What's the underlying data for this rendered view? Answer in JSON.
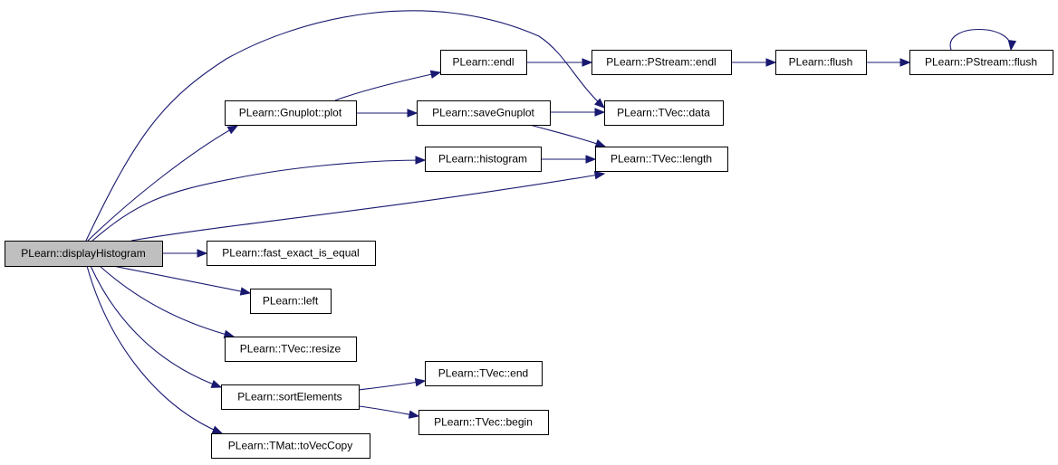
{
  "colors": {
    "edge": "#191970",
    "node_fill": "#ffffff",
    "root_fill": "#bfbfbf",
    "node_border": "#000000"
  },
  "nodes": [
    {
      "id": "displayHistogram",
      "label": "PLearn::displayHistogram",
      "root": true
    },
    {
      "id": "gnuplot_plot",
      "label": "PLearn::Gnuplot::plot"
    },
    {
      "id": "endl",
      "label": "PLearn::endl"
    },
    {
      "id": "saveGnuplot",
      "label": "PLearn::saveGnuplot"
    },
    {
      "id": "pstream_endl",
      "label": "PLearn::PStream::endl"
    },
    {
      "id": "flush",
      "label": "PLearn::flush"
    },
    {
      "id": "pstream_flush",
      "label": "PLearn::PStream::flush"
    },
    {
      "id": "tvec_data",
      "label": "PLearn::TVec::data"
    },
    {
      "id": "histogram",
      "label": "PLearn::histogram"
    },
    {
      "id": "tvec_length",
      "label": "PLearn::TVec::length"
    },
    {
      "id": "fast_exact_is_equal",
      "label": "PLearn::fast_exact_is_equal"
    },
    {
      "id": "left",
      "label": "PLearn::left"
    },
    {
      "id": "tvec_resize",
      "label": "PLearn::TVec::resize"
    },
    {
      "id": "sortElements",
      "label": "PLearn::sortElements"
    },
    {
      "id": "tvec_end",
      "label": "PLearn::TVec::end"
    },
    {
      "id": "tvec_begin",
      "label": "PLearn::TVec::begin"
    },
    {
      "id": "tmat_toVecCopy",
      "label": "PLearn::TMat::toVecCopy"
    }
  ],
  "edges": [
    {
      "from": "displayHistogram",
      "to": "gnuplot_plot"
    },
    {
      "from": "displayHistogram",
      "to": "tvec_data"
    },
    {
      "from": "displayHistogram",
      "to": "histogram"
    },
    {
      "from": "displayHistogram",
      "to": "tvec_length"
    },
    {
      "from": "displayHistogram",
      "to": "fast_exact_is_equal"
    },
    {
      "from": "displayHistogram",
      "to": "left"
    },
    {
      "from": "displayHistogram",
      "to": "tvec_resize"
    },
    {
      "from": "displayHistogram",
      "to": "sortElements"
    },
    {
      "from": "displayHistogram",
      "to": "tmat_toVecCopy"
    },
    {
      "from": "gnuplot_plot",
      "to": "endl"
    },
    {
      "from": "gnuplot_plot",
      "to": "saveGnuplot"
    },
    {
      "from": "endl",
      "to": "pstream_endl"
    },
    {
      "from": "pstream_endl",
      "to": "flush"
    },
    {
      "from": "flush",
      "to": "pstream_flush"
    },
    {
      "from": "pstream_flush",
      "to": "pstream_flush"
    },
    {
      "from": "saveGnuplot",
      "to": "tvec_data"
    },
    {
      "from": "saveGnuplot",
      "to": "tvec_length"
    },
    {
      "from": "histogram",
      "to": "tvec_length"
    },
    {
      "from": "sortElements",
      "to": "tvec_end"
    },
    {
      "from": "sortElements",
      "to": "tvec_begin"
    }
  ]
}
